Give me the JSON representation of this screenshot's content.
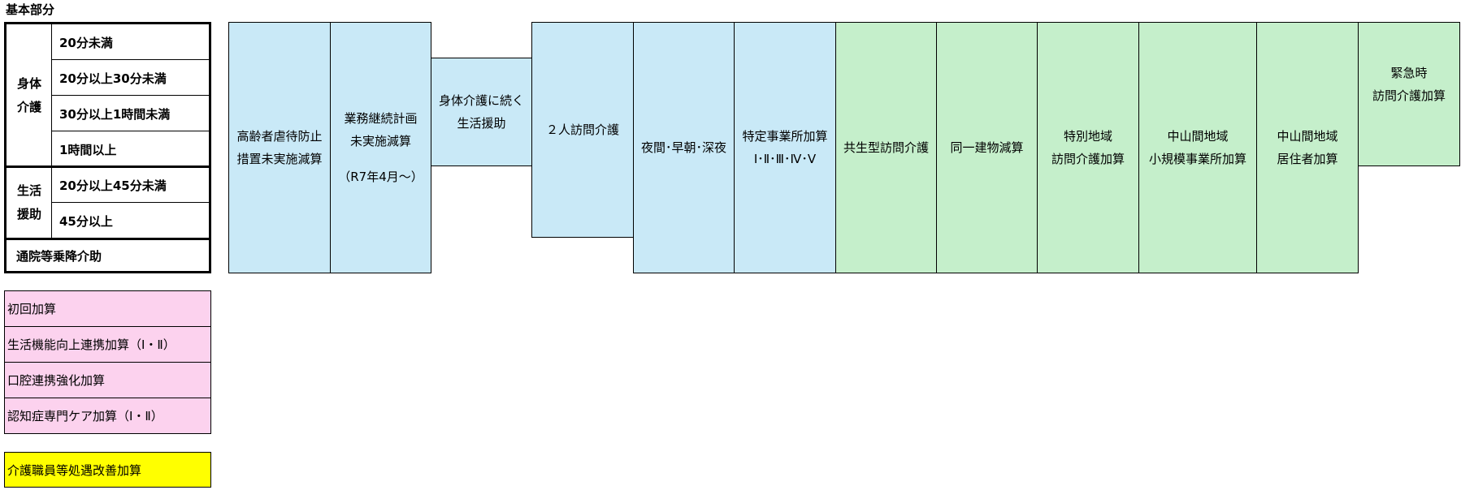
{
  "section_title": "基本部分",
  "base_table": {
    "groups": [
      {
        "label_lines": [
          "身体",
          "介護"
        ],
        "rows": [
          "20分未満",
          "20分以上30分未満",
          "30分以上1時間未満",
          "1時間以上"
        ]
      },
      {
        "label_lines": [
          "生活",
          "援助"
        ],
        "rows": [
          "20分以上45分未満",
          "45分以上"
        ]
      }
    ],
    "footer_row": "通院等乗降介助"
  },
  "columns": [
    {
      "lines": [
        "高齢者虐待防止",
        "措置未実施減算"
      ],
      "color": "#c9e9f7"
    },
    {
      "lines": [
        "業務継続計画",
        "未実施減算"
      ],
      "note": "（R7年4月～）",
      "color": "#c9e9f7"
    },
    {
      "lines": [
        "身体介護に続く",
        "生活援助"
      ],
      "color": "#c9e9f7"
    },
    {
      "lines": [
        "２人訪問介護"
      ],
      "color": "#c9e9f7"
    },
    {
      "lines": [
        "夜間･早朝･深夜"
      ],
      "color": "#c9e9f7"
    },
    {
      "lines": [
        "特定事業所加算",
        "Ⅰ･Ⅱ･Ⅲ･Ⅳ･Ⅴ"
      ],
      "color": "#c9e9f7"
    },
    {
      "lines": [
        "共生型訪問介護"
      ],
      "color": "#c5efcb"
    },
    {
      "lines": [
        "同一建物減算"
      ],
      "color": "#c5efcb"
    },
    {
      "lines": [
        "特別地域",
        "訪問介護加算"
      ],
      "color": "#c5efcb"
    },
    {
      "lines": [
        "中山間地域",
        "小規模事業所加算"
      ],
      "color": "#c5efcb"
    },
    {
      "lines": [
        "中山間地域",
        "居住者加算"
      ],
      "color": "#c5efcb"
    },
    {
      "lines": [
        "緊急時",
        "訪問介護加算"
      ],
      "color": "#c5efcb"
    }
  ],
  "pink_items": [
    "初回加算",
    "生活機能向上連携加算（Ⅰ・Ⅱ）",
    "口腔連携強化加算",
    "認知症専門ケア加算（Ⅰ・Ⅱ）"
  ],
  "yellow_item": "介護職員等処遇改善加算"
}
